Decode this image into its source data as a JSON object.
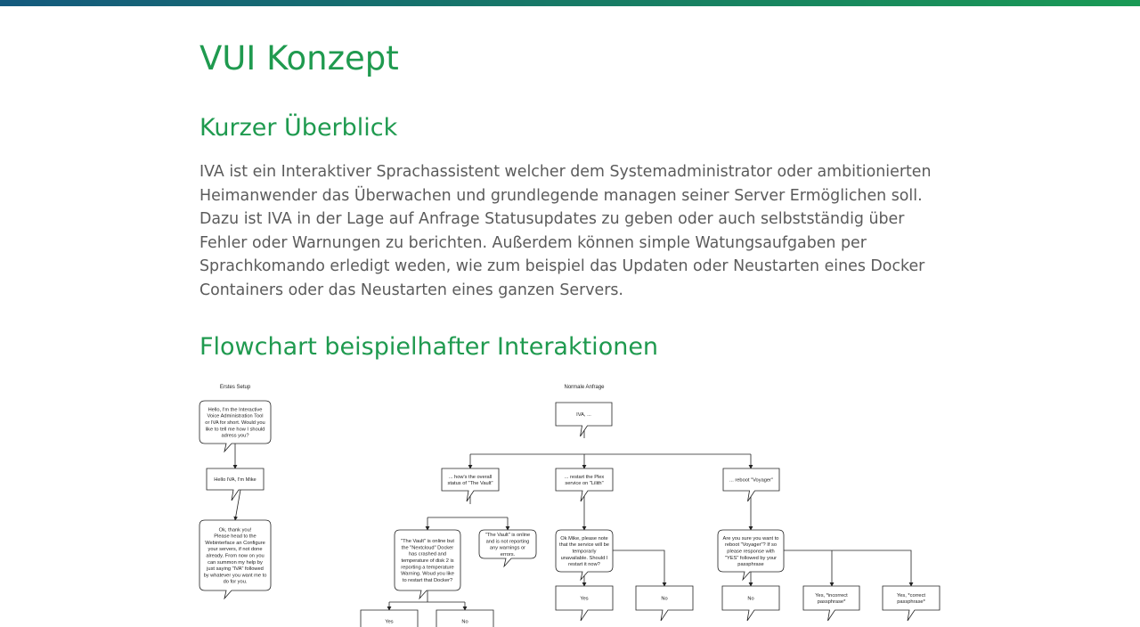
{
  "page_title": "VUI Konzept",
  "overview": {
    "heading": "Kurzer Überblick",
    "text": "IVA ist ein Interaktiver Sprachassistent welcher dem Systemadministrator oder ambitionierten Heimanwender das Überwachen und grundlegende managen seiner Server Ermöglichen soll. Dazu ist IVA in der Lage auf Anfrage Statusupdates zu geben oder auch selbstständig über Fehler oder Warnungen zu berichten. Außerdem können simple Watungsaufgaben per Sprachkomando erledigt weden, wie zum beispiel das Updaten oder Neustarten eines Docker Containers oder das Neustarten eines ganzen Servers."
  },
  "flowchart": {
    "heading": "Flowchart beispielhafter Interaktionen",
    "colors": {
      "accent": "#1f9a4f",
      "topbar_start": "#155a7e",
      "topbar_end": "#1a9a55",
      "body_text": "#5b5b5b"
    },
    "section_titles": {
      "setup": "Erstes Setup",
      "normal": "Normale Anfrage"
    },
    "nodes": {
      "setup_hello": [
        "Hello, I'm the Interactive",
        "Voice Administration Tool",
        "or IVA for short. Would you",
        "like to tell me how I should",
        "adress you?"
      ],
      "setup_mike": [
        "Hello IVA, I'm Mike"
      ],
      "setup_thanks": [
        "Ok, thank you!",
        "Please head to the",
        "Webinterface an Configure",
        "your servers, if not done",
        "already. From now on you",
        "can summon my help by",
        "just saying \"IVA\" followed",
        "by whatever you want me to",
        "do for you."
      ],
      "iva": [
        "IVA, ..."
      ],
      "vault_q": [
        "... how's the overall",
        "status of \"The Vault\""
      ],
      "plex_q": [
        "... restart the Plex",
        "service on \"Lilith\""
      ],
      "voyager_q": [
        "... reboot \"Voyager\""
      ],
      "vault_warn": [
        "\"The Vault\" is online but",
        "the \"Nextcloud\" Docker",
        "has crashed and",
        "temperature of disk 2 is",
        "reporting a temperature",
        "Warning. Woud you like",
        "to restart that Docker?"
      ],
      "vault_ok": [
        "\"The Vault\" is online",
        "and is not reporting",
        "any warnings or",
        "errors."
      ],
      "plex_confirm": [
        "Ok Mike, please note",
        "that the service will be",
        "temporarly",
        "unavailable. Should I",
        "restart it now?"
      ],
      "voyager_confirm": [
        "Are you sure you want to",
        "reboot \"Voyager\"? If so",
        "please response with",
        "\"YES\" followed by your",
        "passphrase"
      ],
      "vault_yes": [
        "Yes"
      ],
      "vault_no": [
        "No"
      ],
      "plex_yes": [
        "Yes"
      ],
      "plex_no": [
        "No"
      ],
      "voyager_no": [
        "No"
      ],
      "voyager_incorrect": [
        "Yes, *incorrect",
        "passphrase*"
      ],
      "voyager_correct": [
        "Yes, *correct",
        "passphrase*"
      ]
    }
  }
}
